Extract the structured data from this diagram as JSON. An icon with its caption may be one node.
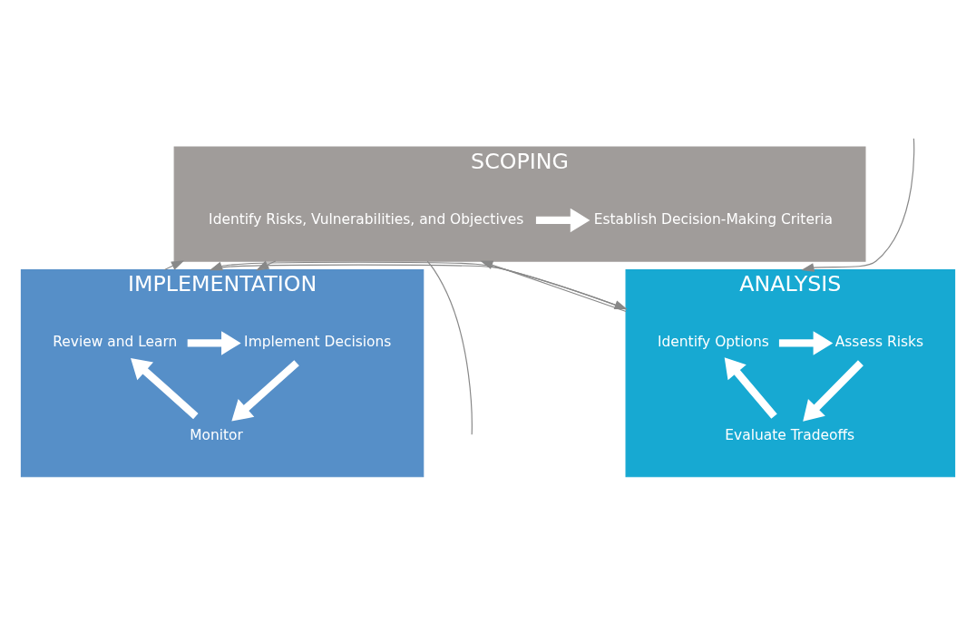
{
  "diagram": {
    "nodes": [
      {
        "text": [
          "SCOPING"
        ]
      },
      {
        "text": [
          "Identify Risks, Vulnerabilities, and Objectives"
        ],
        "in": 0
      },
      {
        "text": [
          "Establish Decision-Making Criteria"
        ],
        "in": 0
      },
      {
        "text": [
          "IMPLEMENTATION"
        ]
      },
      {
        "text": [
          "Review and Learn"
        ],
        "in": 3
      },
      {
        "text": [
          "Implement Decisions"
        ],
        "in": 3
      },
      {
        "text": [
          "Monitor"
        ],
        "in": 3
      },
      {
        "text": [
          "ANALYSIS"
        ]
      },
      {
        "text": [
          "Identify Options"
        ],
        "in": 7
      },
      {
        "text": [
          "Assess Risks"
        ],
        "in": 7
      },
      {
        "text": [
          "Evaluate Tradeoffs"
        ],
        "in": 7
      }
    ],
    "edges": [
      {
        "from": 1,
        "to": 2,
        "arrow": "to",
        "style": "thick",
        "color": "#ffffff"
      },
      {
        "from": 0,
        "to": 3,
        "arrow": "to",
        "color": "#888888"
      },
      {
        "from": 7,
        "to": 0,
        "arrow": "to",
        "color": "#888888"
      },
      {
        "from": 3,
        "to": 7,
        "arrow": "to",
        "color": "#888888"
      },
      {
        "from": 7,
        "to": 3,
        "arrow": "to",
        "color": "#888888"
      },
      {
        "from": 3,
        "to": 0,
        "arrow": "to",
        "color": "#888888"
      },
      {
        "from": 0,
        "to": null,
        "arrow": "none",
        "color": "#888888"
      },
      {
        "from": null,
        "to": 7,
        "arrow": "to",
        "color": "#888888"
      },
      {
        "from": 4,
        "to": 5,
        "arrow": "to",
        "style": "thick",
        "color": "#ffffff"
      },
      {
        "from": 5,
        "to": 6,
        "arrow": "to",
        "style": "thick",
        "color": "#ffffff"
      },
      {
        "from": 6,
        "to": 4,
        "arrow": "to",
        "style": "thick",
        "color": "#ffffff"
      },
      {
        "from": 8,
        "to": 9,
        "arrow": "to",
        "style": "thick",
        "color": "#ffffff"
      },
      {
        "from": 9,
        "to": 10,
        "arrow": "to",
        "style": "thick",
        "color": "#ffffff"
      },
      {
        "from": 10,
        "to": 8,
        "arrow": "to",
        "style": "thick",
        "color": "#ffffff"
      }
    ]
  }
}
